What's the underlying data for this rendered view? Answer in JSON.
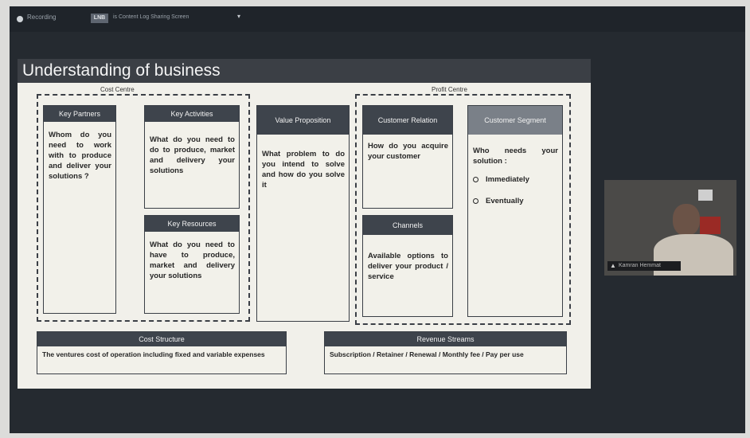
{
  "topbar": {
    "recording_label": "Recording",
    "share_badge": "LNB",
    "share_text": "is Content Log Sharing Screen",
    "share_chevron": "▾"
  },
  "slide": {
    "title": "Understanding of business",
    "cost_centre_label": "Cost Centre",
    "profit_centre_label": "Profit Centre",
    "key_partners": {
      "title": "Key Partners",
      "body": "Whom do you need to work with to produce and deliver your solutions ?"
    },
    "key_activities": {
      "title": "Key Activities",
      "body": "What do you need to do to produce, market and delivery your solutions"
    },
    "key_resources": {
      "title": "Key Resources",
      "body": "What do you need to have to produce, market and delivery your solutions"
    },
    "value_proposition": {
      "title": "Value Proposition",
      "body": "What problem to do you intend to solve and how do you solve it"
    },
    "customer_relation": {
      "title": "Customer Relation",
      "body": "How do you acquire your customer"
    },
    "channels": {
      "title": "Channels",
      "body": "Available options to deliver your product / service"
    },
    "customer_segment": {
      "title": "Customer Segment",
      "body": "Who needs your solution :",
      "items": [
        "Immediately",
        "Eventually"
      ]
    },
    "cost_structure": {
      "title": "Cost Structure",
      "body": "The ventures cost of operation including fixed and variable expenses"
    },
    "revenue_streams": {
      "title": "Revenue Streams",
      "body": "Subscription / Retainer / Renewal / Monthly fee / Pay per use"
    }
  },
  "video": {
    "participant_name": "Kamran Hemmat"
  }
}
